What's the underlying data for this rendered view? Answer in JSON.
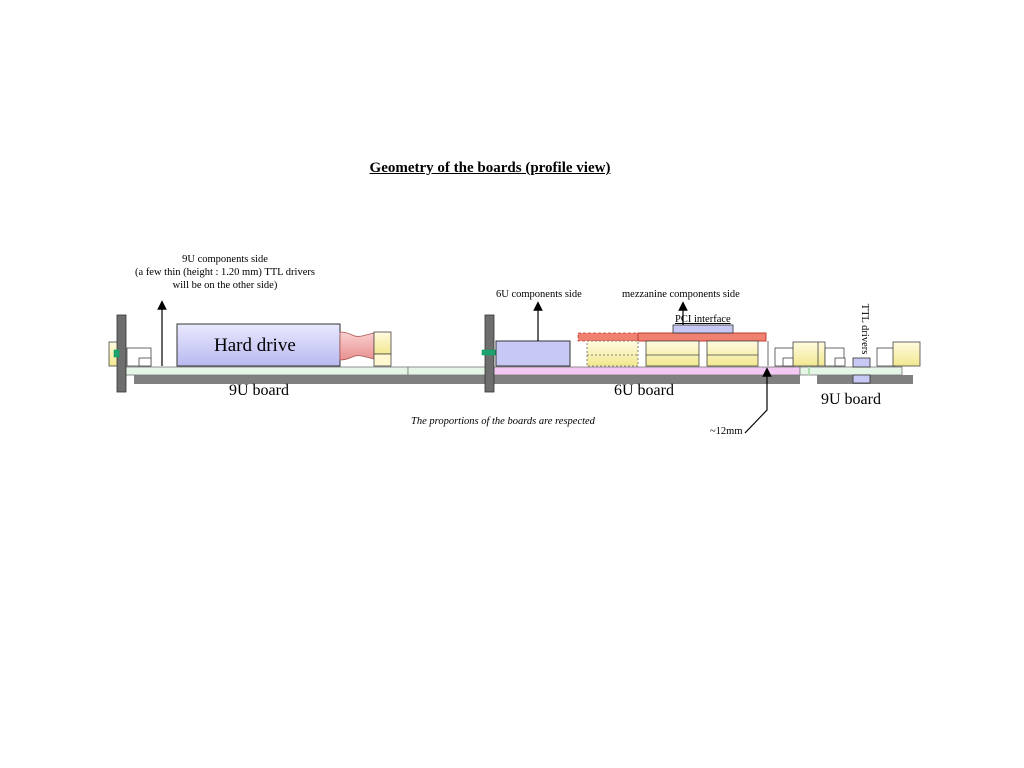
{
  "title": "Geometry of the boards (profile view)",
  "labels": {
    "nine_u_components_side": "9U components side",
    "nine_u_note_1": "(a few thin (height : 1.20 mm) TTL drivers",
    "nine_u_note_2": "will be on the other side)",
    "six_u_components_side": "6U components side",
    "mezzanine_components_side": "mezzanine components side",
    "pci_interface": "PCI interface",
    "ttl_drivers": "TTL drivers",
    "hard_drive": "Hard drive",
    "board_9u_left": "9U board",
    "board_6u": "6U board",
    "board_9u_right": "9U board",
    "proportions_note": "The proportions of the boards are respected",
    "spacing": "~12mm"
  },
  "colors": {
    "board_gray": "#808080",
    "board_green": "#e6f6e6",
    "board_pink": "#f3c8f3",
    "hard_drive_fill": "#c8c8f5",
    "connector_red": "#f08070",
    "component_yellow": "#fbf5b8",
    "front_panel": "#6e6e6e",
    "led_green": "#20a070"
  }
}
